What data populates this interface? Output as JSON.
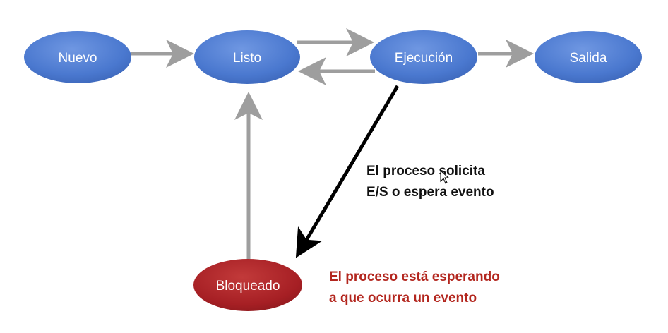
{
  "nodes": {
    "nuevo": {
      "label": "Nuevo"
    },
    "listo": {
      "label": "Listo"
    },
    "ejecucion": {
      "label": "Ejecución"
    },
    "salida": {
      "label": "Salida"
    },
    "bloqueado": {
      "label": "Bloqueado"
    }
  },
  "annotations": {
    "solicita": {
      "line1": "El proceso solicita",
      "line2": "E/S o espera evento"
    },
    "esperando": {
      "line1": "El proceso está esperando",
      "line2": "a que ocurra un evento"
    }
  },
  "colors": {
    "node_blue": "#4a78cf",
    "node_red": "#a61f24",
    "arrow_gray": "#9e9e9e",
    "arrow_black": "#000000",
    "text_red": "#b3261e"
  },
  "cursor": {
    "icon": "mouse-pointer-icon"
  }
}
